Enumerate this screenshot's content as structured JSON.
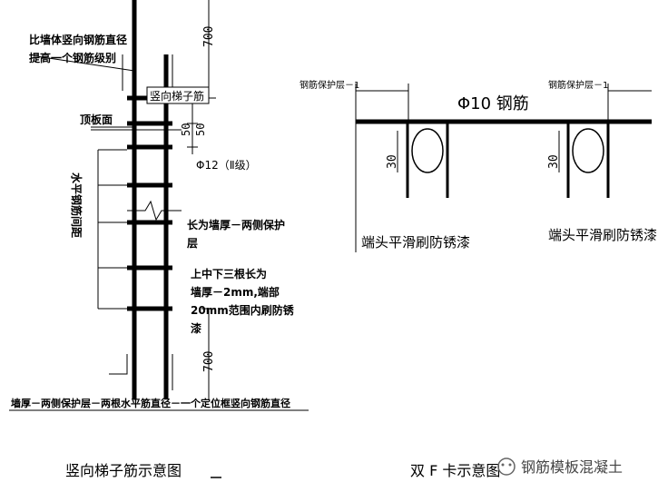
{
  "left_diagram": {
    "callout_line1": "比墙体竖向钢筋直径",
    "callout_line2": "提高一个钢筋级别",
    "label_box": "竖向梯子筋",
    "top_slab": "顶板面",
    "horiz_spacing": "水平钢筋间距",
    "dim_top": "700",
    "dim_50a": "50",
    "dim_50b": "50",
    "dim_bottom": "700",
    "phi12": "Φ12（Ⅱ级）",
    "note_length_1": "长为墙厚－两侧保护",
    "note_length_2": "层",
    "note_three_1": "上中下三根长为",
    "note_three_2": "墙厚－2mm,端部",
    "note_three_3": "20mm范围内刷防锈",
    "note_three_4": "漆",
    "bottom_formula": "墙厚－两侧保护层－两根水平筋直径－一个定位框竖向钢筋直径"
  },
  "right_diagram": {
    "cover_left": "钢筋保护层－1",
    "cover_right": "钢筋保护层－1",
    "rebar_label": "Φ10 钢筋",
    "dim_30_left": "30",
    "dim_30_right": "30",
    "rust_left": "端头平滑刷防锈漆",
    "rust_right": "端头平滑刷防锈漆"
  },
  "captions": {
    "left": "竖向梯子筋示意图",
    "right": "双 F 卡示意图",
    "watermark": "钢筋模板混凝土"
  }
}
